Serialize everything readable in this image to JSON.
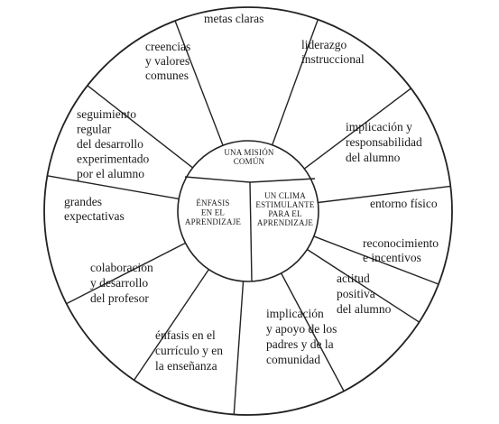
{
  "diagram": {
    "hub": {
      "top": [
        "UNA MISIÓN",
        "COMÚN"
      ],
      "left": [
        "ÉNFASIS",
        "EN EL",
        "APRENDIZAJE"
      ],
      "right": [
        "UN CLIMA",
        "ESTIMULANTE",
        "PARA EL",
        "APRENDIZAJE"
      ]
    },
    "segments": [
      {
        "id": "metas-claras",
        "lines": [
          "metas claras"
        ]
      },
      {
        "id": "liderazgo-instruccional",
        "lines": [
          "liderazgo",
          "instruccional"
        ]
      },
      {
        "id": "implicacion-responsabilidad",
        "lines": [
          "implicación  y",
          "responsabilidad",
          "del alumno"
        ]
      },
      {
        "id": "entorno-fisico",
        "lines": [
          "entorno físico"
        ]
      },
      {
        "id": "reconocimiento-incentivos",
        "lines": [
          "reconocimiento",
          "e incentivos"
        ]
      },
      {
        "id": "actitud-positiva",
        "lines": [
          "actitud",
          "positiva",
          "del alumno"
        ]
      },
      {
        "id": "implicacion-padres",
        "lines": [
          "implicación",
          "y apoyo de los",
          "padres y de la",
          "comunidad"
        ]
      },
      {
        "id": "enfasis-curriculo",
        "lines": [
          "énfasis  en el",
          "currículo y en",
          "la enseñanza"
        ]
      },
      {
        "id": "colaboracion-profesor",
        "lines": [
          "colaboración",
          "y  desarrollo",
          "del profesor"
        ]
      },
      {
        "id": "grandes-expectativas",
        "lines": [
          "grandes",
          "expectativas"
        ]
      },
      {
        "id": "seguimiento-regular",
        "lines": [
          "seguimiento",
          "regular",
          "del desarrollo",
          "experimentado",
          "por el alumno"
        ]
      },
      {
        "id": "creencias-valores",
        "lines": [
          "creencias",
          "y valores",
          "comunes"
        ]
      }
    ]
  }
}
